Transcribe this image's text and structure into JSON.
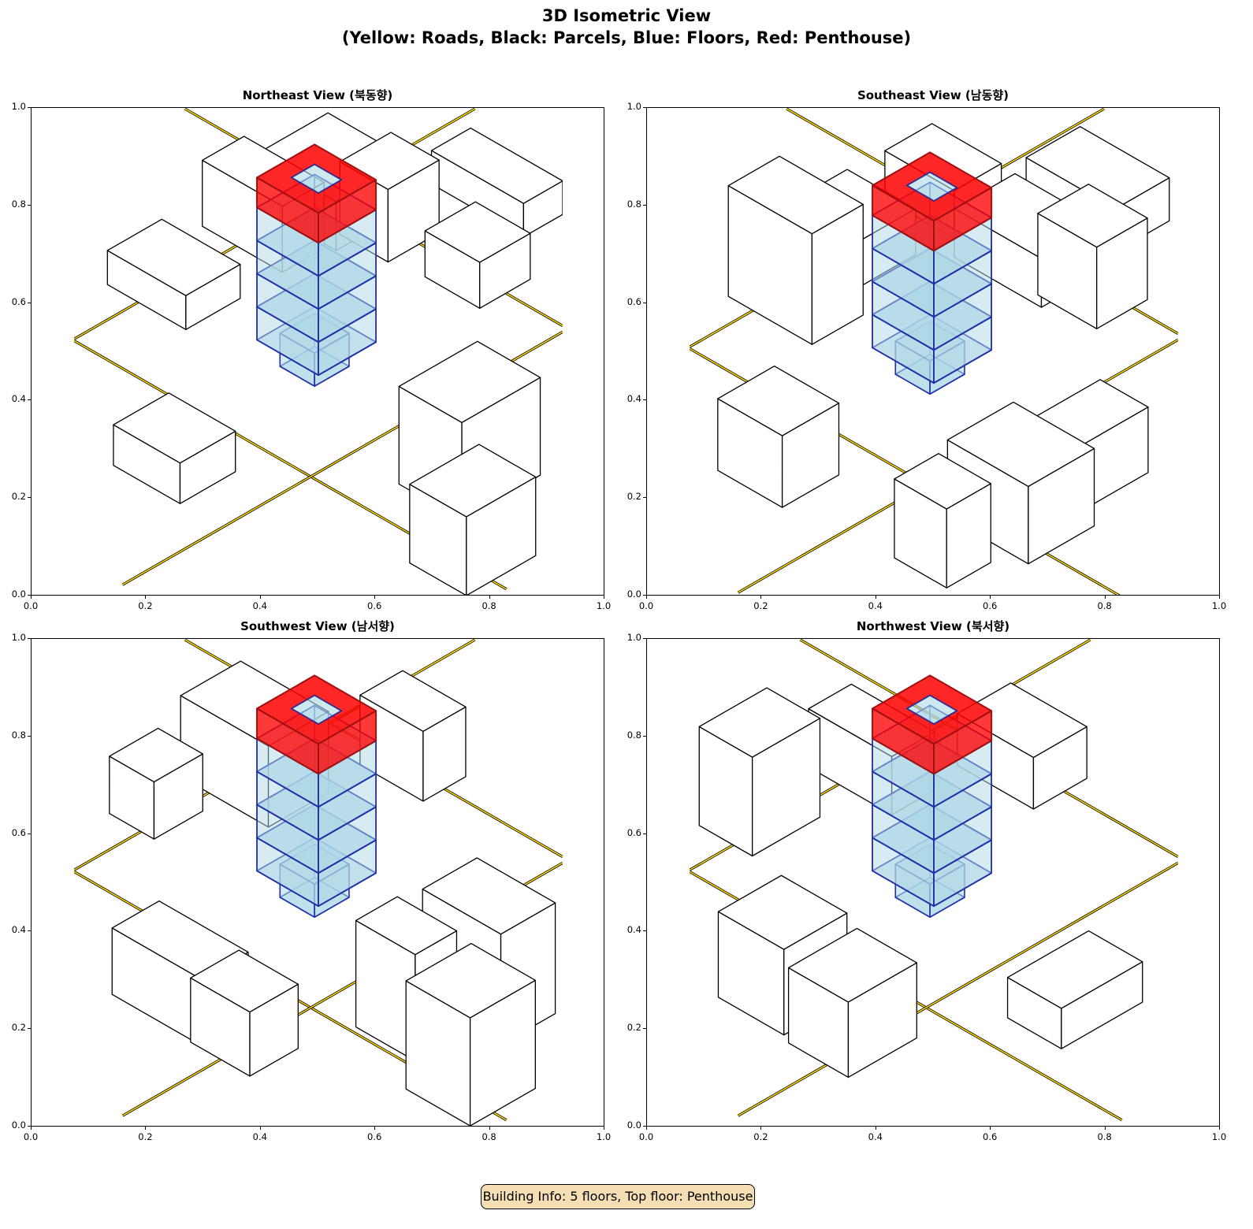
{
  "title_line1": "3D Isometric View",
  "title_line2": "(Yellow: Roads, Black: Parcels, Blue: Floors, Red: Penthouse)",
  "panels": [
    {
      "title": "Northeast View (북동향)"
    },
    {
      "title": "Southeast View (남동향)"
    },
    {
      "title": "Southwest View (남서향)"
    },
    {
      "title": "Northwest View (북서향)"
    }
  ],
  "ticks": [
    "0.0",
    "0.2",
    "0.4",
    "0.6",
    "0.8",
    "1.0"
  ],
  "info": "Building Info: 5 floors, Top floor: Penthouse",
  "building": {
    "floors": 5,
    "top_floor": "Penthouse"
  },
  "colors": {
    "roads": "#ffd700",
    "parcels": "#000000",
    "floors": "#add8e6",
    "floor_edges": "#1f2fa8",
    "penthouse": "#ff0000",
    "penthouse_edges": "#a01010"
  }
}
